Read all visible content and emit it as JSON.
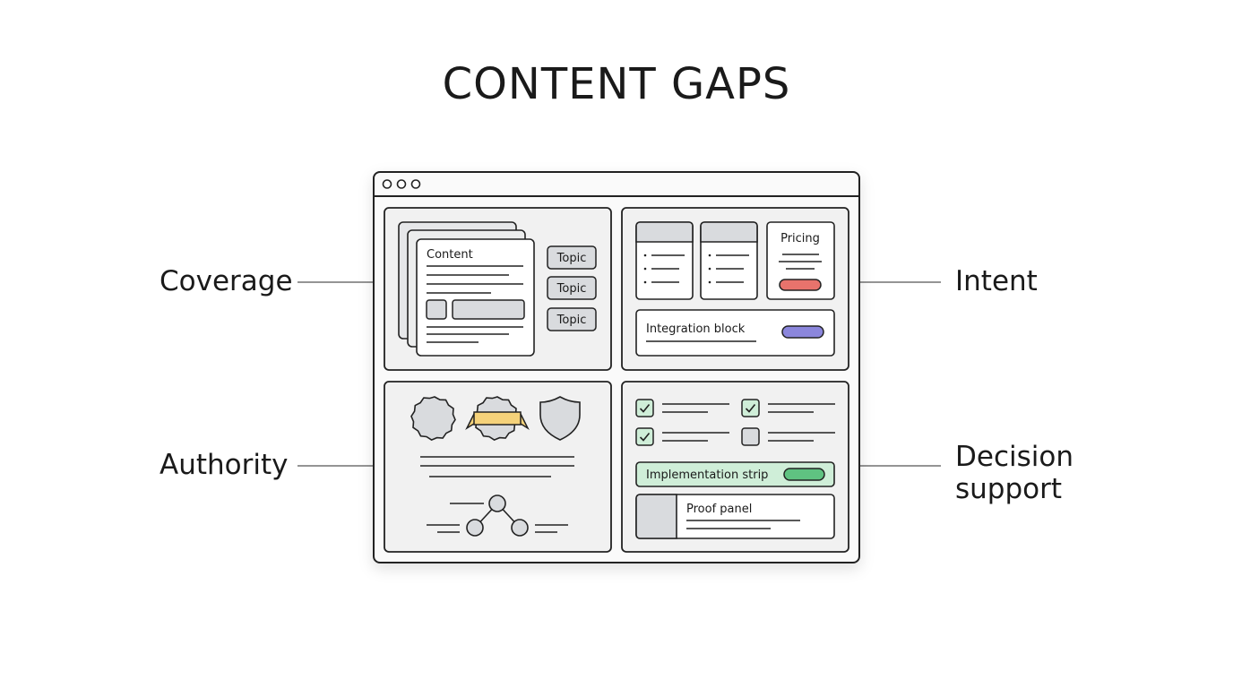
{
  "title": "CONTENT GAPS",
  "labels": {
    "coverage": "Coverage",
    "intent": "Intent",
    "authority": "Authority",
    "decision_line1": "Decision",
    "decision_line2": "support"
  },
  "coverage_panel": {
    "card_title": "Content",
    "topics": [
      "Topic",
      "Topic",
      "Topic"
    ]
  },
  "intent_panel": {
    "pricing_title": "Pricing",
    "integration_title": "Integration block"
  },
  "decision_panel": {
    "checkboxes": [
      true,
      true,
      true,
      false
    ],
    "implementation_title": "Implementation strip",
    "proof_title": "Proof panel"
  },
  "colors": {
    "outline": "#222222",
    "panel_fill": "#f1f1f1",
    "block_fill": "#d9dbde",
    "pricing_button": "#e8736c",
    "integration_pill": "#8b86dc",
    "ribbon": "#f5d27a",
    "implementation_fill": "#cfeed8",
    "implementation_pill": "#5fc281",
    "checkbox_fill": "#cfeed8"
  },
  "icons": [
    "window-dots-icon",
    "badge-icon",
    "ribbon-badge-icon",
    "shield-icon",
    "network-icon",
    "checkbox-icon"
  ]
}
